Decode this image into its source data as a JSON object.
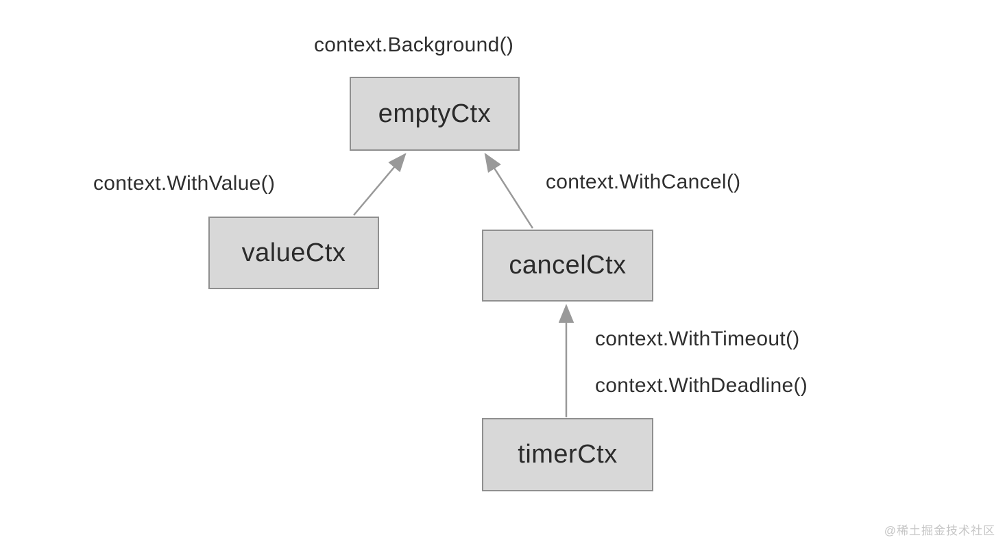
{
  "diagram": {
    "nodes": [
      {
        "id": "emptyCtx",
        "label": "emptyCtx"
      },
      {
        "id": "valueCtx",
        "label": "valueCtx"
      },
      {
        "id": "cancelCtx",
        "label": "cancelCtx"
      },
      {
        "id": "timerCtx",
        "label": "timerCtx"
      }
    ],
    "labels": [
      {
        "id": "background",
        "text": "context.Background()"
      },
      {
        "id": "withvalue",
        "text": "context.WithValue()"
      },
      {
        "id": "withcancel",
        "text": "context.WithCancel()"
      },
      {
        "id": "withtimeout",
        "text": "context.WithTimeout()"
      },
      {
        "id": "withdeadline",
        "text": "context.WithDeadline()"
      }
    ],
    "edges": [
      {
        "from": "valueCtx",
        "to": "emptyCtx"
      },
      {
        "from": "cancelCtx",
        "to": "emptyCtx"
      },
      {
        "from": "timerCtx",
        "to": "cancelCtx"
      }
    ],
    "colors": {
      "background": "#ffffff",
      "node_fill": "#d8d8d8",
      "node_border": "#8f8f8f",
      "arrow": "#999999",
      "text": "#2f2f2f",
      "watermark": "#c6c6c6"
    },
    "watermark": "@稀土掘金技术社区"
  }
}
